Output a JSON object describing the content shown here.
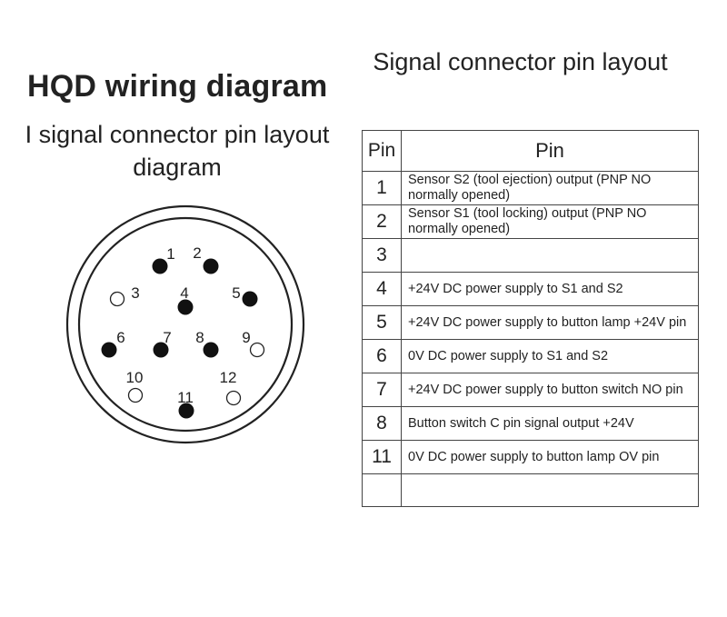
{
  "title": "HQD wiring diagram",
  "connector_title": "I signal connector pin layout diagram",
  "table_title": "Signal connector pin layout",
  "table": {
    "headers": [
      "Pin",
      "Pin"
    ],
    "rows": [
      {
        "pin": "1",
        "description": "Sensor S2 (tool ejection) output (PNP NO normally opened)"
      },
      {
        "pin": "2",
        "description": "Sensor S1 (tool locking) output (PNP NO normally opened)"
      },
      {
        "pin": "3",
        "description": ""
      },
      {
        "pin": "4",
        "description": "+24V DC power supply to S1 and S2"
      },
      {
        "pin": "5",
        "description": "+24V DC power supply to button lamp +24V pin"
      },
      {
        "pin": "6",
        "description": "0V DC power supply to S1 and S2"
      },
      {
        "pin": "7",
        "description": "+24V DC power supply to button switch NO pin"
      },
      {
        "pin": "8",
        "description": "Button switch C pin signal output +24V"
      },
      {
        "pin": "11",
        "description": "0V DC power supply to button lamp OV pin"
      },
      {
        "pin": "",
        "description": ""
      }
    ]
  },
  "connector": {
    "pins": [
      {
        "label": "1",
        "filled": true
      },
      {
        "label": "2",
        "filled": true
      },
      {
        "label": "3",
        "filled": false
      },
      {
        "label": "4",
        "filled": true
      },
      {
        "label": "5",
        "filled": true
      },
      {
        "label": "6",
        "filled": true
      },
      {
        "label": "7",
        "filled": true
      },
      {
        "label": "8",
        "filled": true
      },
      {
        "label": "9",
        "filled": false
      },
      {
        "label": "10",
        "filled": false
      },
      {
        "label": "11",
        "filled": true
      },
      {
        "label": "12",
        "filled": false
      }
    ]
  }
}
